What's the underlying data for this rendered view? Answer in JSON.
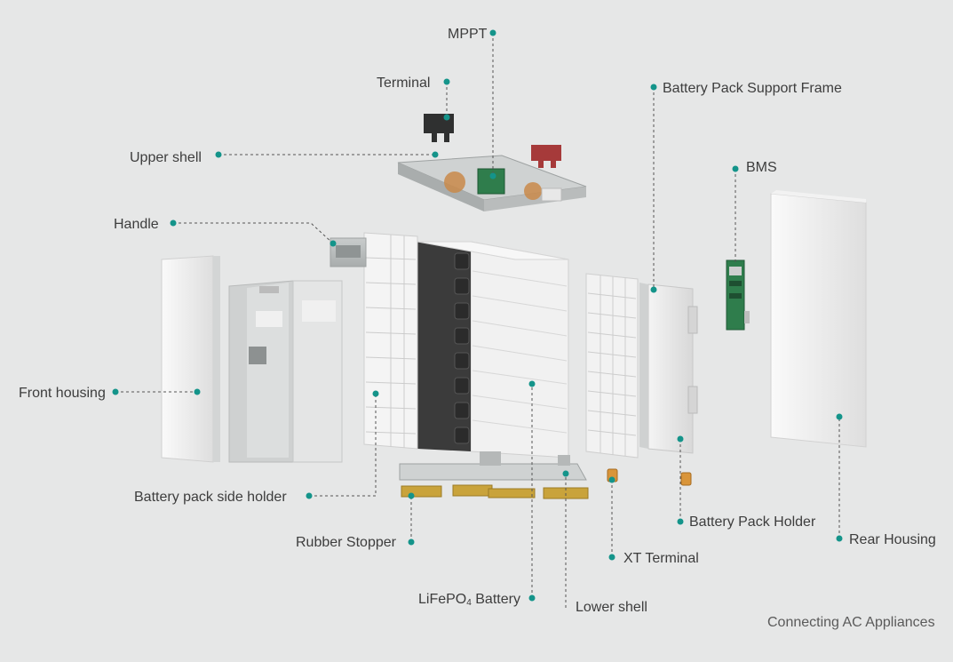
{
  "colors": {
    "background": "#e6e7e7",
    "leader_dot": "#14948a",
    "leader_line": "#555555",
    "cell_dark": "#3b3b3b",
    "pcb_green": "#2f7d4c",
    "terminal_red": "#a63a3a",
    "rubber_gold": "#c9a33b",
    "xt_orange": "#d9953a"
  },
  "labels": {
    "mppt": "MPPT",
    "terminal": "Terminal",
    "battery_pack_support_frame": "Battery Pack Support Frame",
    "upper_shell": "Upper shell",
    "bms": "BMS",
    "handle": "Handle",
    "front_housing": "Front housing",
    "battery_pack_side_holder": "Battery pack side holder",
    "rubber_stopper": "Rubber Stopper",
    "lifepo4_prefix": "LiFePO",
    "lifepo4_sub": "4",
    "lifepo4_suffix": " Battery",
    "lower_shell": "Lower shell",
    "xt_terminal": "XT Terminal",
    "battery_pack_holder": "Battery Pack Holder",
    "rear_housing": "Rear Housing"
  },
  "caption": "Connecting AC Appliances"
}
